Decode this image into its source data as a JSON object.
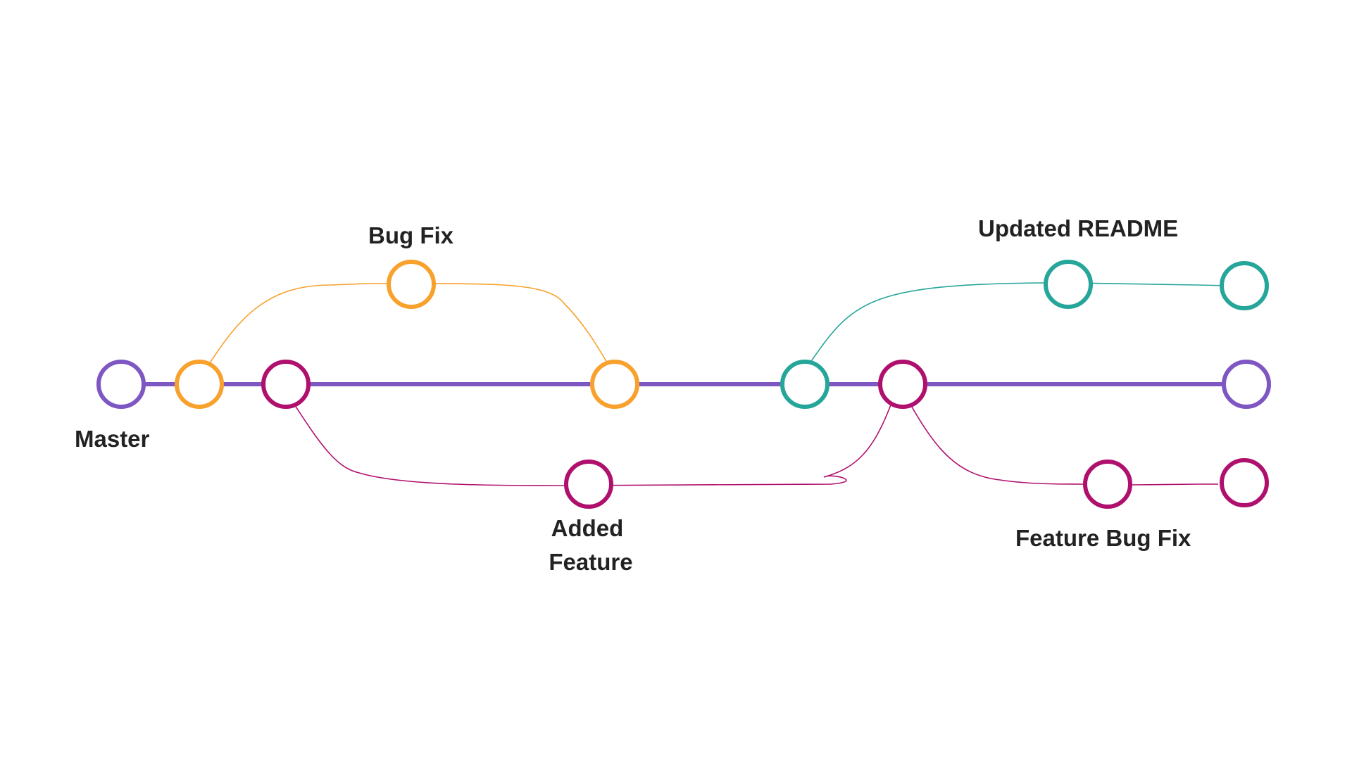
{
  "labels": {
    "master": "Master",
    "bug_fix": "Bug Fix",
    "added_feature_line1": "Added",
    "added_feature_line2": "Feature",
    "updated_readme": "Updated README",
    "feature_bug_fix": "Feature Bug Fix"
  },
  "colors": {
    "master": "#7e57c2",
    "bugfix": "#f8a12d",
    "feature": "#b0106d",
    "readme": "#26a69a",
    "text": "#222222"
  }
}
